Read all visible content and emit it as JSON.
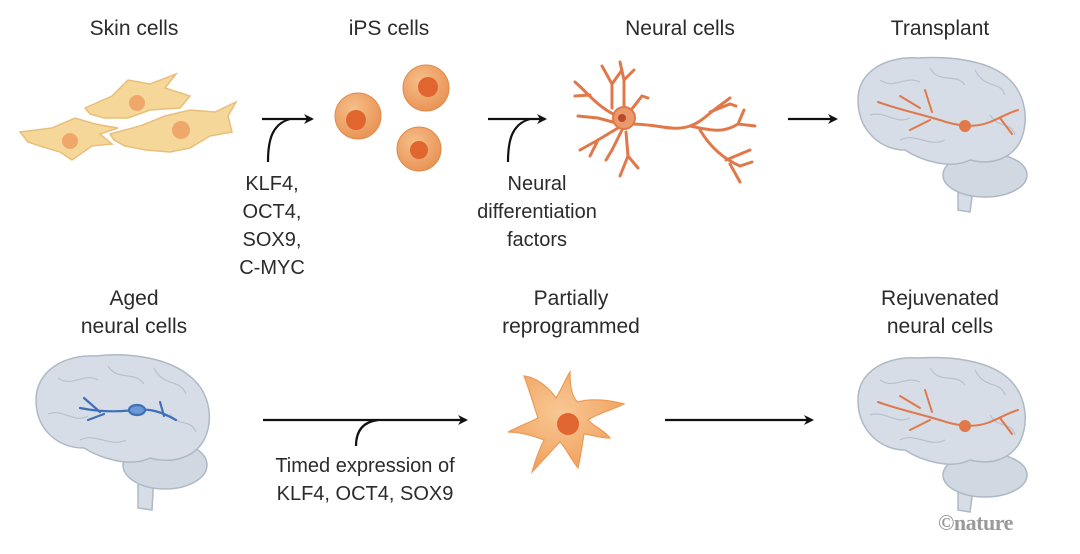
{
  "figure": {
    "top_row": {
      "stages": [
        {
          "label": "Skin cells"
        },
        {
          "label": "iPS cells"
        },
        {
          "label": "Neural cells"
        },
        {
          "label": "Transplant"
        }
      ],
      "factors": [
        {
          "lines": [
            "KLF4,",
            "OCT4,",
            "SOX9,",
            "C-MYC"
          ]
        },
        {
          "lines": [
            "Neural",
            "differentiation",
            "factors"
          ]
        }
      ]
    },
    "bottom_row": {
      "stages": [
        {
          "lines": [
            "Aged",
            "neural cells"
          ]
        },
        {
          "lines": [
            "Partially",
            "reprogrammed"
          ]
        },
        {
          "lines": [
            "Rejuvenated",
            "neural cells"
          ]
        }
      ],
      "factors": [
        {
          "lines": [
            "Timed expression of",
            "KLF4, OCT4, SOX9"
          ]
        }
      ]
    },
    "credit": "©nature",
    "colors": {
      "skin_cell": "#f6d79a",
      "skin_nucleus": "#efa86a",
      "ips_cell": "#f1a366",
      "ips_nucleus": "#e0652f",
      "neuron": "#e0784a",
      "brain": "#d6dde6",
      "brain_outline": "#aeb9c6",
      "aged_neuron": "#3e6fb8",
      "partial_cell": "#f4ac6b",
      "arrow": "#111111"
    }
  }
}
